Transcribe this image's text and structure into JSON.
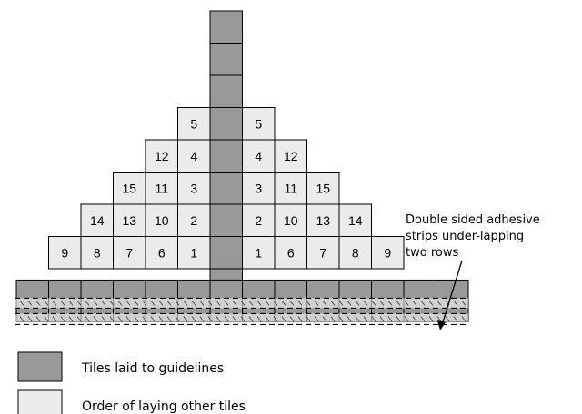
{
  "colors": {
    "guideline_tile": "#999999",
    "order_tile": "#ebebeb",
    "outline": "#000000",
    "background": "#ffffff"
  },
  "diagram": {
    "left_tile_numbers": [
      [
        "9",
        "8",
        "7",
        "6",
        "1"
      ],
      [
        "14",
        "13",
        "10",
        "2"
      ],
      [
        "15",
        "11",
        "3"
      ],
      [
        "12",
        "4"
      ],
      [
        "5"
      ]
    ],
    "right_tile_numbers": [
      [
        "1",
        "6",
        "7",
        "8",
        "9"
      ],
      [
        "2",
        "10",
        "13",
        "14"
      ],
      [
        "3",
        "11",
        "15"
      ],
      [
        "4",
        "12"
      ],
      [
        "5"
      ]
    ],
    "annotation_lines": [
      "Double sided adhesive",
      "strips under-lapping",
      "two rows"
    ]
  },
  "legend": [
    {
      "label": "Tiles laid to guidelines",
      "swatch": "guideline_tile"
    },
    {
      "label": "Order of laying other tiles",
      "swatch": "order_tile"
    }
  ]
}
